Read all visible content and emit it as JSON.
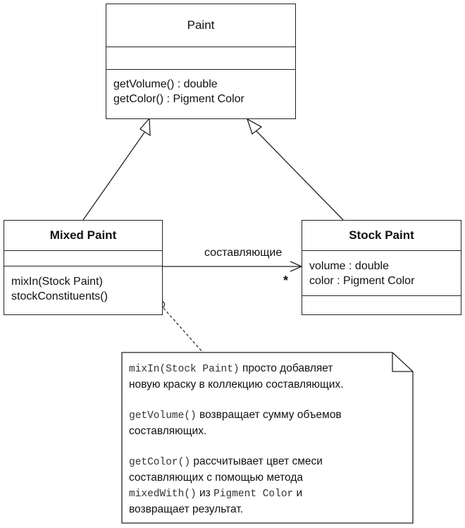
{
  "paint": {
    "name": "Paint",
    "operations": [
      "getVolume() : double",
      "getColor() : Pigment Color"
    ]
  },
  "mixed_paint": {
    "name": "Mixed Paint",
    "operations": [
      "mixIn(Stock Paint)",
      "stockConstituents()"
    ]
  },
  "stock_paint": {
    "name": "Stock Paint",
    "attributes": [
      "volume : double",
      "color : Pigment Color"
    ]
  },
  "association": {
    "role_label": "составляющие",
    "multiplicity": "*"
  },
  "note": {
    "p1_code": "mixIn(Stock Paint)",
    "p1_text_a": " просто добавляет",
    "p1_text_b": "новую краску в коллекцию составляющих.",
    "p2_code": "getVolume()",
    "p2_text_a": " возвращает сумму объемов",
    "p2_text_b": "составляющих.",
    "p3_code": "getColor()",
    "p3_text_a": " рассчитывает цвет смеси",
    "p3_text_b": "составляющих с помощью метода",
    "p3_code2": "mixedWith()",
    "p3_text_c": " из ",
    "p3_code3": "Pigment Color",
    "p3_text_d": " и",
    "p3_text_e": "возвращает результат."
  },
  "colors": {
    "line": "#222222",
    "background": "#ffffff"
  }
}
